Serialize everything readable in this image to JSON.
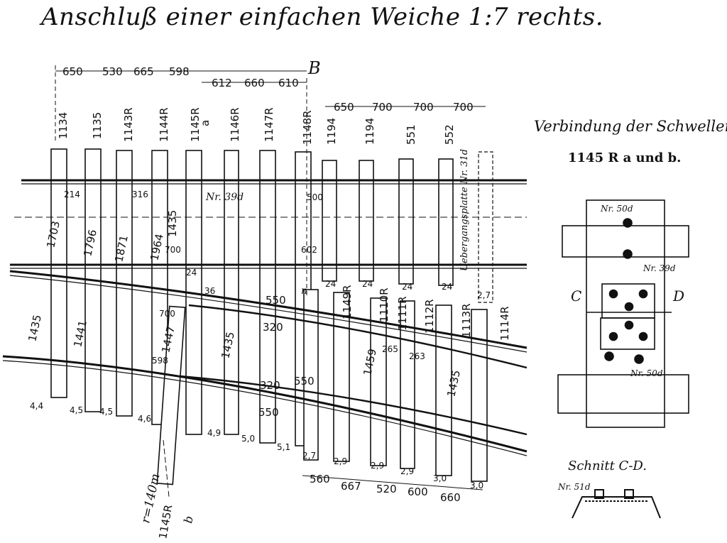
{
  "title": "Anschluß einer einfachen Weiche 1:7 rechts.",
  "top_dimensions": [
    "650",
    "530",
    "665",
    "598",
    "612",
    "660",
    "610"
  ],
  "right_top_dimensions": [
    "650",
    "700",
    "700",
    "700"
  ],
  "marker_b": "B",
  "sleeper_ids_top": [
    "1134",
    "1135",
    "1143R",
    "1144R",
    "1145R",
    "1146R",
    "1147R",
    "1148R",
    "1194",
    "1194",
    "551",
    "552"
  ],
  "sleeper_1145_suffix": "a",
  "diagonal_sleeper_ids": [
    "1149R",
    "1110R",
    "1111R",
    "1112R",
    "1113R",
    "1114R"
  ],
  "bottom_numbers": [
    "4,4",
    "4,5",
    "4,5",
    "4,6",
    "4,9",
    "5,0",
    "5,1",
    "2,7",
    "2,9",
    "2,9",
    "2,9",
    "3,0",
    "3,0"
  ],
  "bottom_dimensions": [
    "560",
    "667",
    "520",
    "600",
    "660"
  ],
  "gauge_labels": [
    "1703",
    "1796",
    "1871",
    "1964",
    "1435",
    "1435",
    "1441",
    "1447",
    "1435",
    "1459",
    "1435"
  ],
  "misc_labels": {
    "d214": "214",
    "d316": "316",
    "d500": "500",
    "d602": "602",
    "d700a": "700",
    "d700b": "700",
    "d598": "598",
    "d550a": "550",
    "d550b": "550",
    "d550c": "550",
    "d320a": "320",
    "d320b": "320",
    "d24a": "24",
    "d36": "36",
    "d24b": "24",
    "d24c": "24",
    "d24d": "24",
    "d24e": "24",
    "d27": "2,7",
    "d265": "265",
    "d263": "263",
    "nr39": "Nr. 39d",
    "uebergang": "Uebergangsplatte Nr. 31d",
    "radius": "r=140m",
    "sleeper_b": "1145R",
    "sleeper_b_suffix": "b",
    "n": "n"
  },
  "detail": {
    "title": "Verbindung der Schwellen",
    "subtitle": "1145 R a und b.",
    "c_label": "C",
    "d_label": "D",
    "nr50a": "Nr. 50d",
    "nr39": "Nr. 39d",
    "nr50b": "Nr. 50d"
  },
  "section": {
    "title": "Schnitt C-D.",
    "nr51": "Nr. 51d"
  }
}
